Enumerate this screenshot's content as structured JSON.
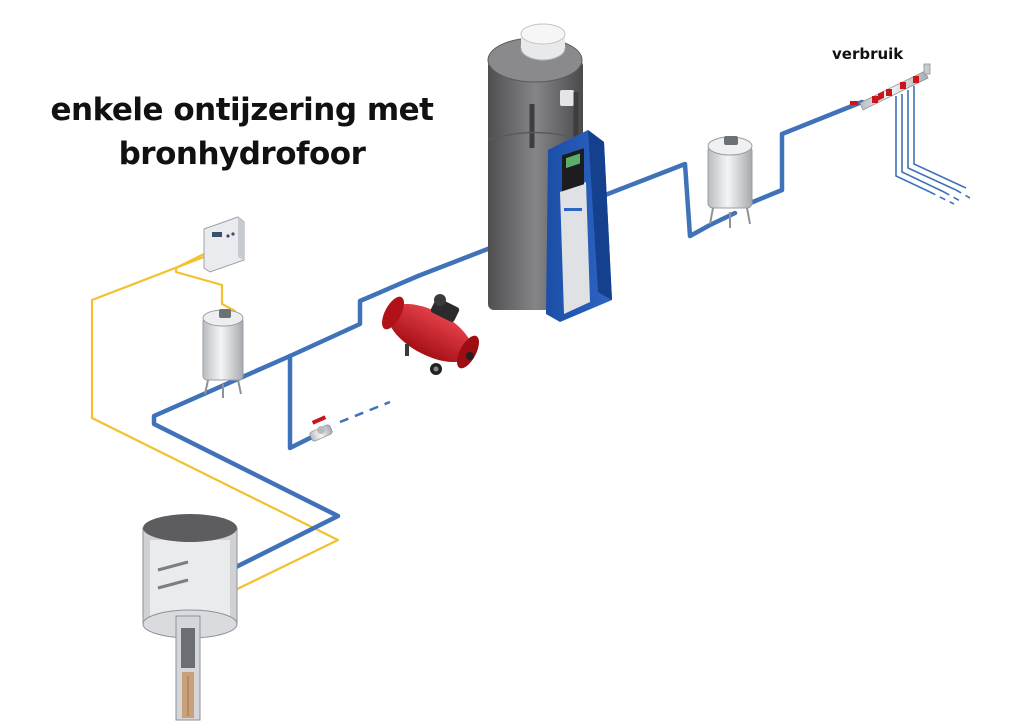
{
  "title": {
    "line1": "enkele ontijzering met",
    "line2": "bronhydrofoor"
  },
  "labels": {
    "consumption": "verbruik"
  },
  "colors": {
    "water_pipe": "#3f72b8",
    "electric_cable": "#f2c12e",
    "filter_blue": "#1f56b0",
    "tank_grey": "#6e6e70",
    "compressor_red": "#c8161d",
    "steel": "#d7d9dc"
  },
  "icons": {
    "control_box": "control-box-icon",
    "pressure_vessel": "pressure-vessel-icon",
    "compressor": "compressor-icon",
    "iron_removal_filter": "iron-removal-filter-icon",
    "well": "well-icon",
    "valve": "ball-valve-icon",
    "manifold": "consumption-manifold-icon"
  }
}
